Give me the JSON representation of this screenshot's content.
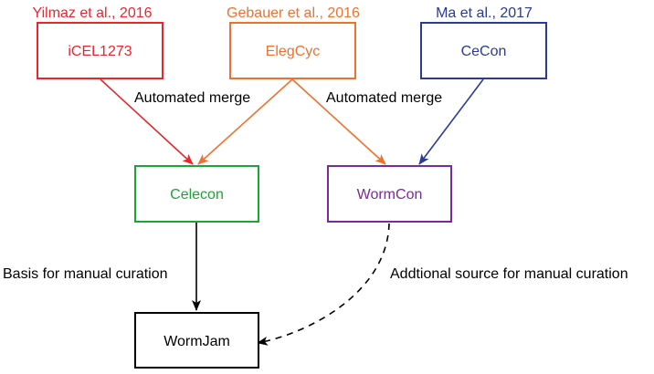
{
  "sources": {
    "yilmaz": {
      "citation": "Yilmaz et al., 2016",
      "model": "iCEL1273",
      "color": "#e8262c"
    },
    "gebauer": {
      "citation": "Gebauer et al., 2016",
      "model": "ElegCyc",
      "color": "#f07030"
    },
    "ma": {
      "citation": "Ma et al., 2017",
      "model": "CeCon",
      "color": "#2a3a96"
    }
  },
  "merged": {
    "celecon": {
      "model": "Celecon",
      "color": "#1aa535"
    },
    "wormcon": {
      "model": "WormCon",
      "color": "#7a2a9a"
    }
  },
  "final": {
    "model": "WormJam",
    "color": "#000000"
  },
  "edges": {
    "merge_left": "Automated merge",
    "merge_right": "Automated merge",
    "basis": "Basis for manual curation",
    "additional": "Addtional source for manual curation"
  }
}
